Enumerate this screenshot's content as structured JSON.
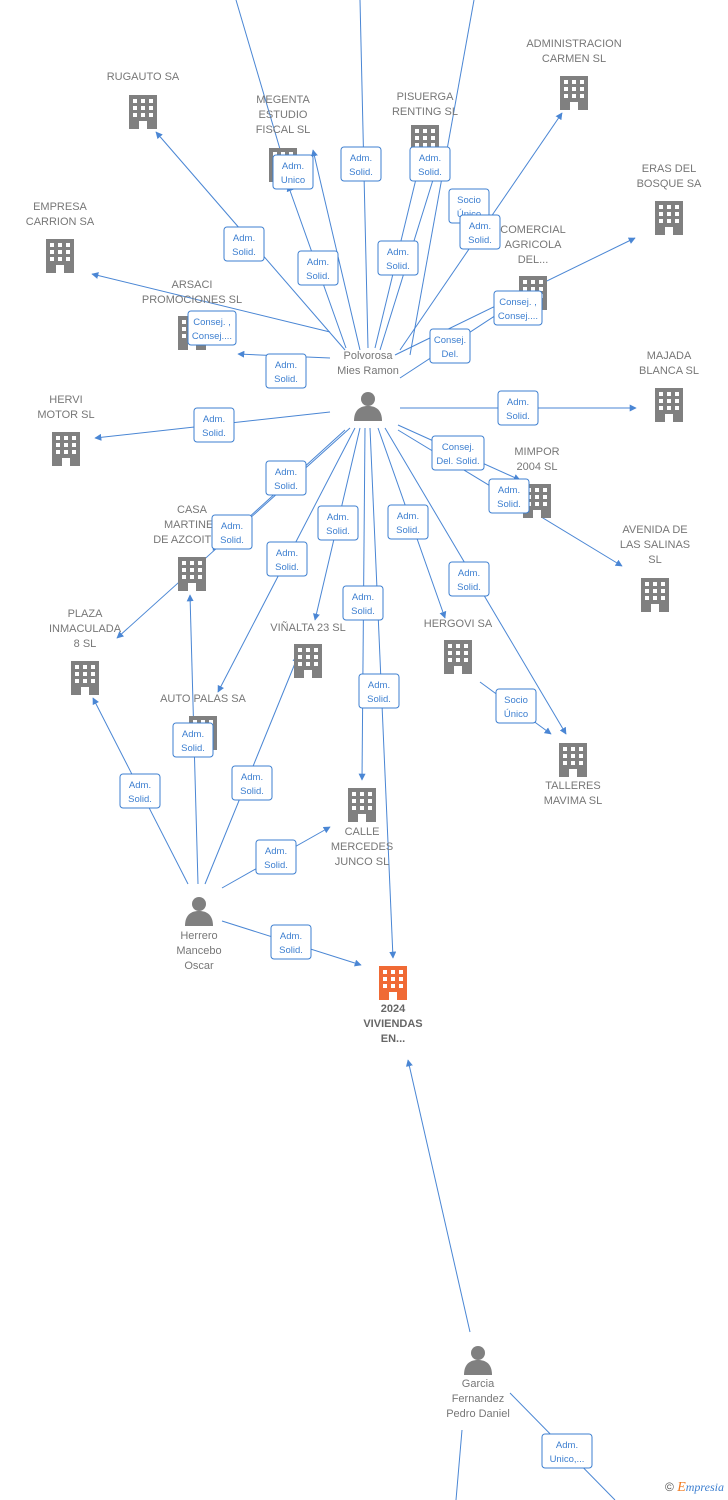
{
  "colors": {
    "edge": "#4a86d4",
    "label_box": "#3d7fd0",
    "building": "#808080",
    "focus_building": "#f06a35",
    "person": "#808080",
    "text": "#777777"
  },
  "companies": [
    {
      "id": "rugauto",
      "lines": [
        "RUGAUTO SA"
      ]
    },
    {
      "id": "megenta",
      "lines": [
        "MEGENTA",
        "ESTUDIO",
        "FISCAL  SL"
      ]
    },
    {
      "id": "pisuerga",
      "lines": [
        "PISUERGA",
        "RENTING  SL"
      ]
    },
    {
      "id": "administracion",
      "lines": [
        "ADMINISTRACION",
        "CARMEN SL"
      ]
    },
    {
      "id": "eras",
      "lines": [
        "ERAS DEL",
        "BOSQUE SA"
      ]
    },
    {
      "id": "empresa_carrion",
      "lines": [
        "EMPRESA",
        "CARRION SA"
      ]
    },
    {
      "id": "comercial",
      "lines": [
        "COMERCIAL",
        "AGRICOLA",
        "DEL..."
      ]
    },
    {
      "id": "arsaci",
      "lines": [
        "ARSACI",
        "PROMOCIONES SL"
      ]
    },
    {
      "id": "majada",
      "lines": [
        "MAJADA",
        "BLANCA  SL"
      ]
    },
    {
      "id": "hervi",
      "lines": [
        "HERVI",
        "MOTOR  SL"
      ]
    },
    {
      "id": "mimpor",
      "lines": [
        "MIMPOR",
        "2004 SL"
      ]
    },
    {
      "id": "casa",
      "lines": [
        "CASA",
        "MARTINEZ",
        "DE AZCOITIA..."
      ]
    },
    {
      "id": "avenida",
      "lines": [
        "AVENIDA DE",
        "LAS SALINAS",
        "SL"
      ]
    },
    {
      "id": "plaza",
      "lines": [
        "PLAZA",
        "INMACULADA",
        "8  SL"
      ]
    },
    {
      "id": "vinalta",
      "lines": [
        "VIÑALTA 23  SL"
      ]
    },
    {
      "id": "hergovi",
      "lines": [
        "HERGOVI SA"
      ]
    },
    {
      "id": "auto_palas",
      "lines": [
        "AUTO PALAS SA"
      ]
    },
    {
      "id": "calle",
      "lines": [
        "CALLE",
        "MERCEDES",
        "JUNCO  SL"
      ]
    },
    {
      "id": "talleres",
      "lines": [
        "TALLERES",
        "MAVIMA SL"
      ]
    },
    {
      "id": "focus",
      "lines": [
        "2024",
        "VIVIENDAS",
        "EN..."
      ]
    }
  ],
  "persons": [
    {
      "id": "polvorosa",
      "lines": [
        "Polvorosa",
        "Mies Ramon"
      ]
    },
    {
      "id": "herrero",
      "lines": [
        "Herrero",
        "Mancebo",
        "Oscar"
      ]
    },
    {
      "id": "garcia",
      "lines": [
        "Garcia",
        "Fernandez",
        "Pedro Daniel"
      ]
    }
  ],
  "relations": [
    {
      "id": "r1",
      "lines": [
        "Adm.",
        "Solid."
      ]
    },
    {
      "id": "r2",
      "lines": [
        "Adm.",
        "Unico"
      ]
    },
    {
      "id": "r3",
      "lines": [
        "Adm.",
        "Solid."
      ]
    },
    {
      "id": "r4",
      "lines": [
        "Adm.",
        "Solid."
      ]
    },
    {
      "id": "r5",
      "lines": [
        "Adm.",
        "Solid."
      ]
    },
    {
      "id": "r6",
      "lines": [
        "Adm.",
        "Solid."
      ]
    },
    {
      "id": "r7",
      "lines": [
        "Socio",
        "Único"
      ]
    },
    {
      "id": "r8",
      "lines": [
        "Adm.",
        "Solid."
      ]
    },
    {
      "id": "r9",
      "lines": [
        "Consej. ,",
        "Consej...."
      ]
    },
    {
      "id": "r10",
      "lines": [
        "Consej. ,",
        "Consej...."
      ]
    },
    {
      "id": "r11",
      "lines": [
        "Consej.",
        "Del."
      ]
    },
    {
      "id": "r12",
      "lines": [
        "Adm.",
        "Solid."
      ]
    },
    {
      "id": "r13",
      "lines": [
        "Adm.",
        "Solid."
      ]
    },
    {
      "id": "r14",
      "lines": [
        "Adm.",
        "Solid."
      ]
    },
    {
      "id": "r15",
      "lines": [
        "Consej.",
        "Del. Solid."
      ]
    },
    {
      "id": "r16",
      "lines": [
        "Adm.",
        "Solid."
      ]
    },
    {
      "id": "r17",
      "lines": [
        "Adm.",
        "Solid."
      ]
    },
    {
      "id": "r18",
      "lines": [
        "Adm.",
        "Solid."
      ]
    },
    {
      "id": "r19",
      "lines": [
        "Adm.",
        "Solid."
      ]
    },
    {
      "id": "r20",
      "lines": [
        "Adm.",
        "Solid."
      ]
    },
    {
      "id": "r21",
      "lines": [
        "Adm.",
        "Solid."
      ]
    },
    {
      "id": "r22",
      "lines": [
        "Adm.",
        "Solid."
      ]
    },
    {
      "id": "r23",
      "lines": [
        "Adm.",
        "Solid."
      ]
    },
    {
      "id": "r24",
      "lines": [
        "Socio",
        "Único"
      ]
    },
    {
      "id": "r25",
      "lines": [
        "Adm.",
        "Solid."
      ]
    },
    {
      "id": "r26",
      "lines": [
        "Adm.",
        "Solid."
      ]
    },
    {
      "id": "r27",
      "lines": [
        "Adm.",
        "Solid."
      ]
    },
    {
      "id": "r28",
      "lines": [
        "Adm.",
        "Solid."
      ]
    },
    {
      "id": "r29",
      "lines": [
        "Adm.",
        "Solid."
      ]
    },
    {
      "id": "r30",
      "lines": [
        "Adm.",
        "Solid."
      ]
    },
    {
      "id": "r31",
      "lines": [
        "Adm.",
        "Unico,..."
      ]
    }
  ],
  "brand": {
    "copyright": "©",
    "e": "E",
    "rest": "mpresia"
  }
}
